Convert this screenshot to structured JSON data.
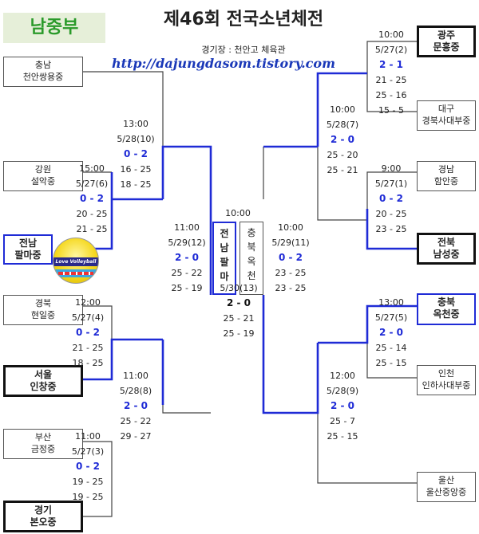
{
  "division": "남중부",
  "title": "제46회 전국소년체전",
  "venue": "경기장 : 천안고 체육관",
  "url": "http://dajungdasom.tistory.com",
  "logo_text": "Love Volleyball",
  "teams": {
    "chungnam": [
      "충남",
      "천안쌍용중"
    ],
    "gangwon": [
      "강원",
      "설악중"
    ],
    "jeonnam": [
      "전남",
      "팔마중"
    ],
    "gyeongbuk": [
      "경북",
      "현일중"
    ],
    "seoul": [
      "서울",
      "인창중"
    ],
    "busan": [
      "부산",
      "금정중"
    ],
    "gyeonggi": [
      "경기",
      "본오중"
    ],
    "gwangju": [
      "광주",
      "문흥중"
    ],
    "daegu": [
      "대구",
      "경북사대부중"
    ],
    "gyeongnam": [
      "경남",
      "함안중"
    ],
    "jeonbuk": [
      "전북",
      "남성중"
    ],
    "chungbuk": [
      "충북",
      "옥천중"
    ],
    "incheon": [
      "인천",
      "인하사대부중"
    ],
    "ulsan": [
      "울산",
      "울산중앙중"
    ]
  },
  "finalists": {
    "left": [
      "전",
      "남",
      "팔",
      "마"
    ],
    "right": [
      "충",
      "북",
      "옥",
      "천"
    ]
  },
  "matches": {
    "m6": {
      "time": "15:00",
      "date": "5/27(6)",
      "sets": "0 - 2",
      "scores": [
        "20 - 25",
        "21 - 25"
      ]
    },
    "m10": {
      "time": "13:00",
      "date": "5/28(10)",
      "sets": "0 - 2",
      "scores": [
        "16 - 25",
        "18 - 25"
      ]
    },
    "m4": {
      "time": "12:00",
      "date": "5/27(4)",
      "sets": "0 - 2",
      "scores": [
        "21 - 25",
        "18 - 25"
      ]
    },
    "m3": {
      "time": "11:00",
      "date": "5/27(3)",
      "sets": "0 - 2",
      "scores": [
        "19 - 25",
        "19 - 25"
      ]
    },
    "m8": {
      "time": "11:00",
      "date": "5/28(8)",
      "sets": "2 - 0",
      "scores": [
        "25 - 22",
        "29 - 27"
      ]
    },
    "m12": {
      "time": "11:00",
      "date": "5/29(12)",
      "sets": "2 - 0",
      "scores": [
        "25 - 22",
        "25 - 19"
      ]
    },
    "m13": {
      "time": "10:00",
      "date": "5/30(13)",
      "sets": "2 - 0",
      "scores": [
        "25 - 21",
        "25 - 19"
      ]
    },
    "m11": {
      "time": "10:00",
      "date": "5/29(11)",
      "sets": "0 - 2",
      "scores": [
        "23 - 25",
        "23 - 25"
      ]
    },
    "m2": {
      "time": "10:00",
      "date": "5/27(2)",
      "sets": "2 - 1",
      "scores": [
        "21 - 25",
        "25 - 16",
        "15 - 5"
      ]
    },
    "m7": {
      "time": "10:00",
      "date": "5/28(7)",
      "sets": "2 - 0",
      "scores": [
        "25 - 20",
        "25 - 21"
      ]
    },
    "m1": {
      "time": "9:00",
      "date": "5/27(1)",
      "sets": "0 - 2",
      "scores": [
        "20 - 25",
        "23 - 25"
      ]
    },
    "m5": {
      "time": "13:00",
      "date": "5/27(5)",
      "sets": "2 - 0",
      "scores": [
        "25 - 14",
        "25 - 15"
      ]
    },
    "m9": {
      "time": "12:00",
      "date": "5/28(9)",
      "sets": "2 - 0",
      "scores": [
        "25 - 7",
        "25 - 15"
      ]
    }
  },
  "colors": {
    "winner_line": "#1f2bd6",
    "line": "#444444",
    "division_bg": "#e6efd9",
    "division_text": "#2a9a2a",
    "url_text": "#1a38b8"
  }
}
